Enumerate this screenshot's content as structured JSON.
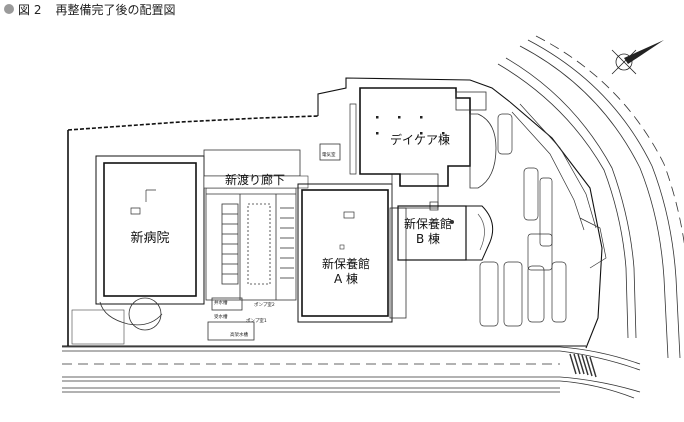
{
  "figure": {
    "marker_color": "#9a9a9a",
    "number": "図 2",
    "caption": "再整備完了後の配置図"
  },
  "buildings": {
    "hospital": "新病院",
    "corridor": "新渡り廊下",
    "hoyokan_a_line1": "新保養館",
    "hoyokan_a_line2": "A 棟",
    "hoyokan_b_line1": "新保養館",
    "hoyokan_b_line2": "B 棟",
    "daycare": "デイケア棟"
  },
  "small_labels": {
    "pump_room_1": "ポンプ室1",
    "pump_room_2": "ポンプ室2",
    "water_tank": "受水槽",
    "cistern": "井水槽",
    "denki": "電気室",
    "hyosei": "高架水槽"
  }
}
